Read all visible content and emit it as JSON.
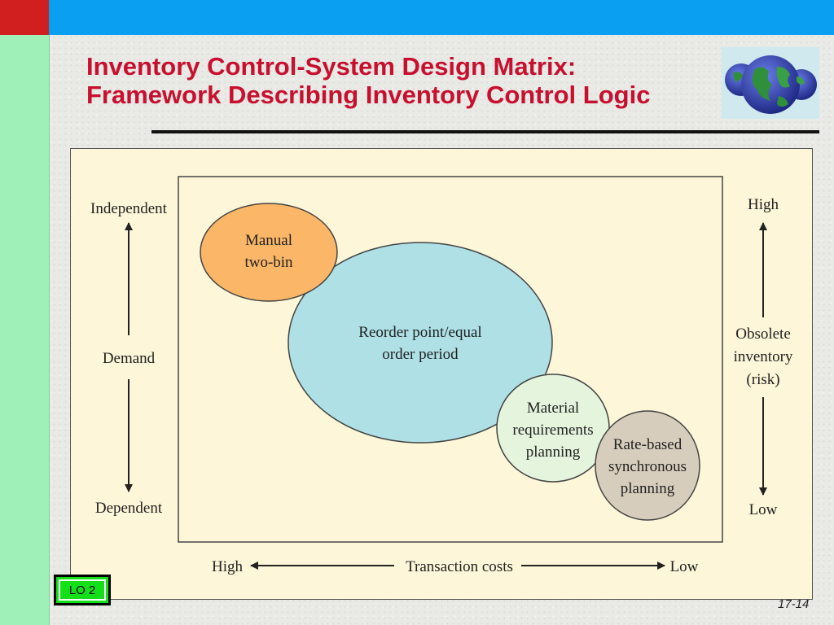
{
  "slide": {
    "title_line1": "Inventory Control-System Design Matrix:",
    "title_line2": "Framework Describing Inventory Control Logic",
    "slide_number": "17-14",
    "badge": "LO 2"
  },
  "figure": {
    "left_axis": {
      "top": "Independent",
      "middle": "Demand",
      "bottom": "Dependent"
    },
    "right_axis": {
      "top": "High",
      "middle_line1": "Obsolete",
      "middle_line2": "inventory",
      "middle_line3": "(risk)",
      "bottom": "Low"
    },
    "bottom_axis": {
      "left": "High",
      "middle": "Transaction costs",
      "right": "Low"
    },
    "ellipses": [
      {
        "line1": "Manual",
        "line2": "two-bin",
        "line3": "",
        "color": "#fbb667"
      },
      {
        "line1": "Reorder point/equal",
        "line2": "order period",
        "line3": "",
        "color": "#aee0e6"
      },
      {
        "line1": "Material",
        "line2": "requirements",
        "line3": "planning",
        "color": "#e4f4dd"
      },
      {
        "line1": "Rate-based",
        "line2": "synchronous",
        "line3": "planning",
        "color": "#d7cdbc"
      }
    ]
  },
  "colors": {
    "title_red": "#c8102e",
    "top_bar_blue": "#0a9ff0",
    "left_bar_green": "#9fefb9",
    "corner_red": "#d11f1f",
    "badge_green": "#14e01a",
    "panel_cream": "#fdf6d8"
  }
}
